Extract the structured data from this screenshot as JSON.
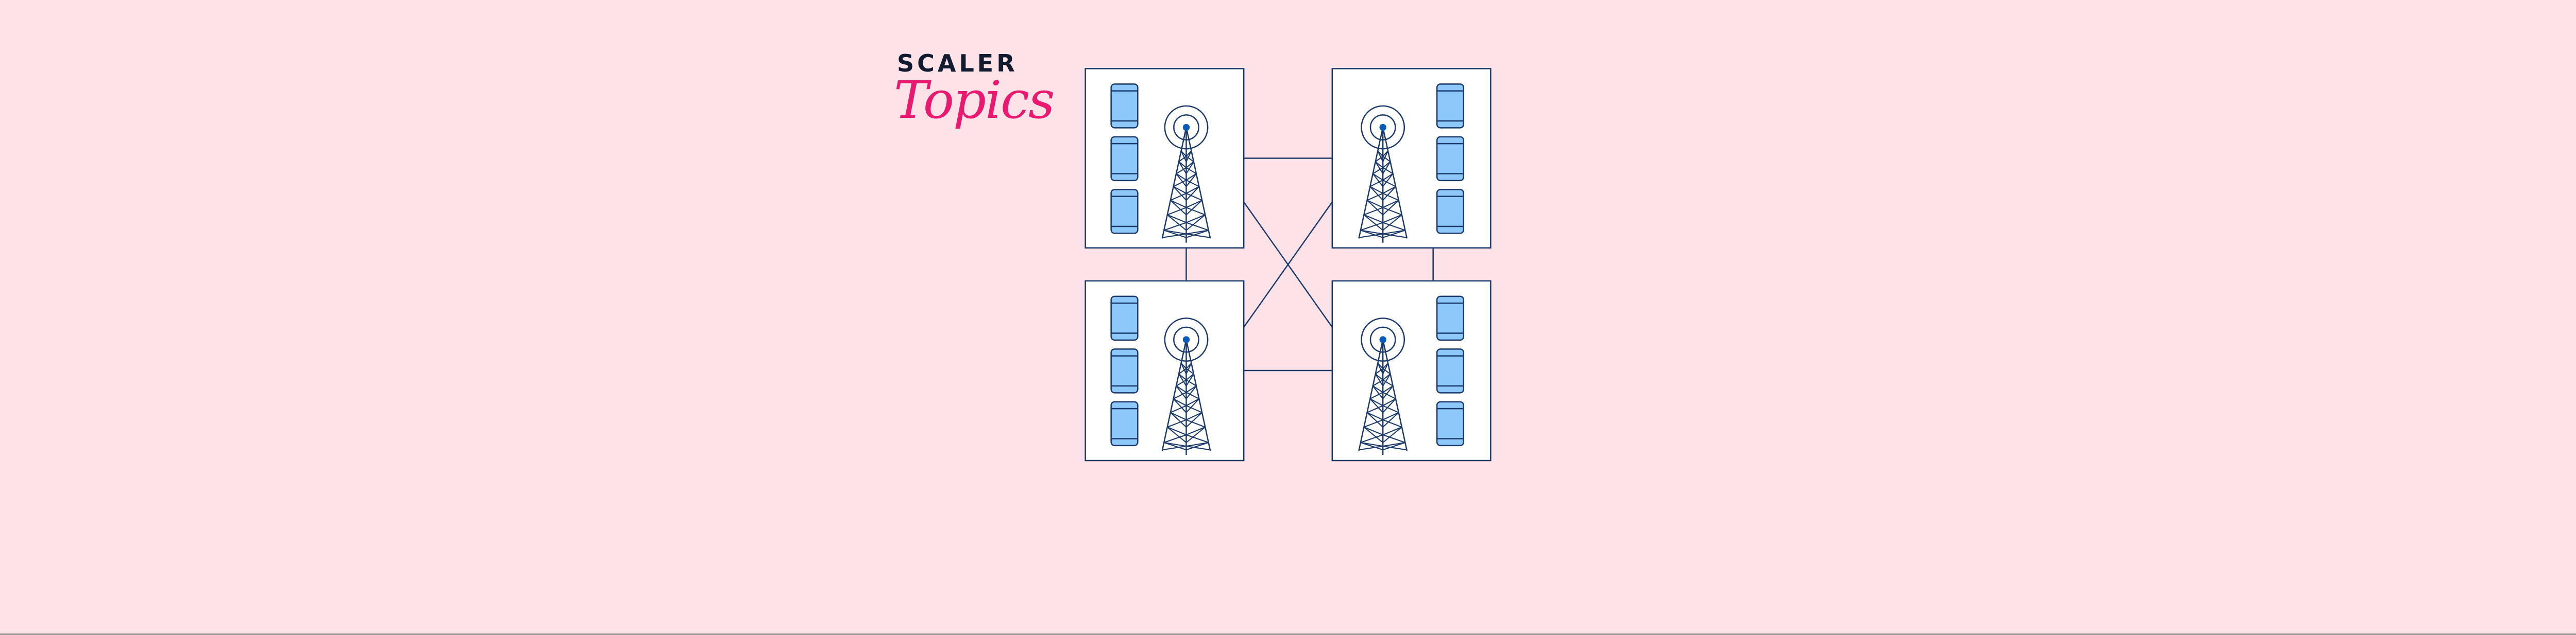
{
  "logo": {
    "line1": "SCALER",
    "line2": "Topics"
  },
  "colors": {
    "background": "#fde3e7",
    "stroke": "#1b3a6b",
    "phone_fill": "#8ec8fb",
    "antenna_dot": "#0a5bb5",
    "cell_fill": "#ffffff"
  },
  "diagram": {
    "cells": [
      {
        "name": "cell-top-left",
        "phones": 3,
        "phone_side": "left"
      },
      {
        "name": "cell-top-right",
        "phones": 3,
        "phone_side": "right"
      },
      {
        "name": "cell-bottom-left",
        "phones": 3,
        "phone_side": "left"
      },
      {
        "name": "cell-bottom-right",
        "phones": 3,
        "phone_side": "right"
      }
    ],
    "links": [
      [
        "cell-top-left",
        "cell-top-right"
      ],
      [
        "cell-bottom-left",
        "cell-bottom-right"
      ],
      [
        "cell-top-left",
        "cell-bottom-left"
      ],
      [
        "cell-top-right",
        "cell-bottom-right"
      ],
      [
        "cell-top-left",
        "cell-bottom-right"
      ],
      [
        "cell-top-right",
        "cell-bottom-left"
      ]
    ]
  }
}
